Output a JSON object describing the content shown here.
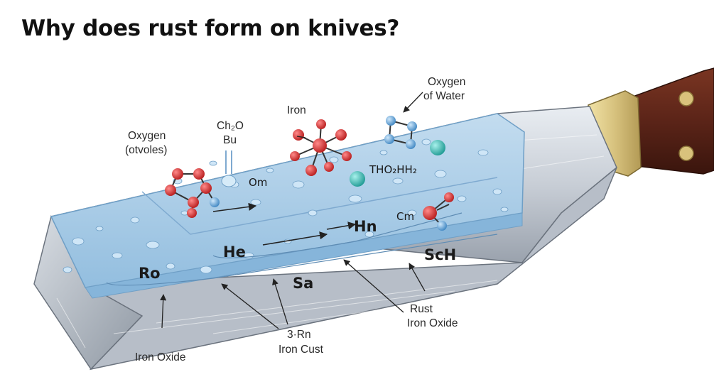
{
  "title": "Why does rust form on knives?",
  "labels": {
    "oxygen_water_line1": "Oxygen",
    "oxygen_water_line2": "of Water",
    "iron": "Iron",
    "ch2o_line1": "Ch₂O",
    "ch2o_line2": "Bu",
    "oxygen_left_line1": "Oxygen",
    "oxygen_left_line2": "(otvoles)",
    "om": "Om",
    "tho2hh2": "THO₂HH₂",
    "cm": "Cm",
    "hn": "Hn",
    "he": "He",
    "ro": "Ro",
    "sa": "Sa",
    "sch": "ScH",
    "rust_line1": "Rust",
    "rust_line2": "Iron Oxide",
    "rn_line1": "3·Rn",
    "rn_line2": "Iron Cust",
    "iron_oxide": "Iron Oxide"
  },
  "colors": {
    "water": "#a9cde6",
    "blade": "#c9ced6",
    "handle": "#5b2418",
    "bolster": "#d7c27e",
    "oxygen_atom": "#d62a2a",
    "hydrogen_atom": "#6aaee0",
    "teal_atom": "#3bbfb8"
  }
}
